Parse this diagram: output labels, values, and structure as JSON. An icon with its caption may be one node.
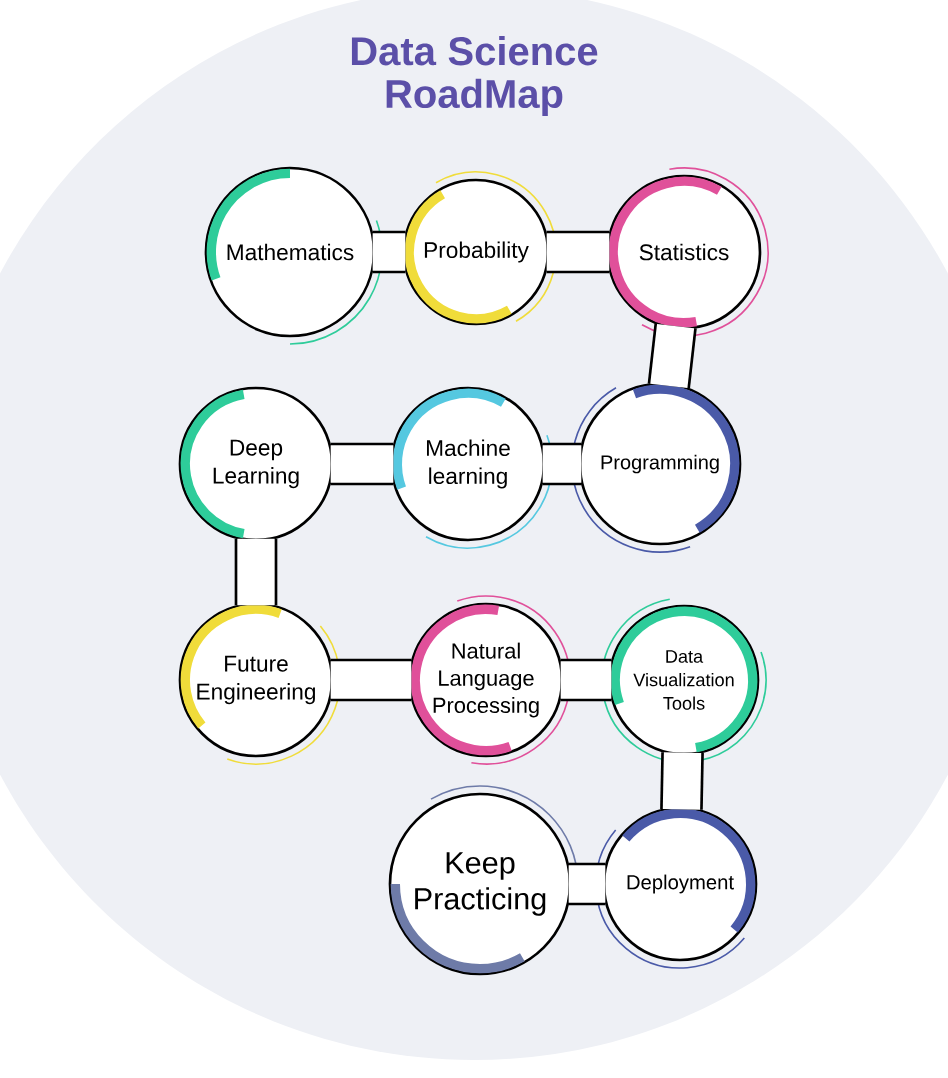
{
  "diagram": {
    "title": "Data Science RoadMap",
    "nodes": [
      {
        "text": [
          "Mathematics"
        ]
      },
      {
        "text": [
          "Probability"
        ]
      },
      {
        "text": [
          "Statistics"
        ]
      },
      {
        "text": [
          "Programming"
        ]
      },
      {
        "text": [
          "Machine learning"
        ]
      },
      {
        "text": [
          "Deep Learning"
        ]
      },
      {
        "text": [
          "Future Engineering"
        ]
      },
      {
        "text": [
          "Natural Language Processing"
        ]
      },
      {
        "text": [
          "Data Visualization Tools"
        ]
      },
      {
        "text": [
          "Deployment"
        ]
      },
      {
        "text": [
          "Keep Practicing"
        ]
      }
    ],
    "edges": [
      {
        "from": 0,
        "to": 1,
        "arrow": "none"
      },
      {
        "from": 1,
        "to": 2,
        "arrow": "none"
      },
      {
        "from": 2,
        "to": 3,
        "arrow": "none"
      },
      {
        "from": 3,
        "to": 4,
        "arrow": "none"
      },
      {
        "from": 4,
        "to": 5,
        "arrow": "none"
      },
      {
        "from": 5,
        "to": 6,
        "arrow": "none"
      },
      {
        "from": 6,
        "to": 7,
        "arrow": "none"
      },
      {
        "from": 7,
        "to": 8,
        "arrow": "none"
      },
      {
        "from": 8,
        "to": 9,
        "arrow": "none"
      },
      {
        "from": 9,
        "to": 10,
        "arrow": "none"
      }
    ]
  }
}
